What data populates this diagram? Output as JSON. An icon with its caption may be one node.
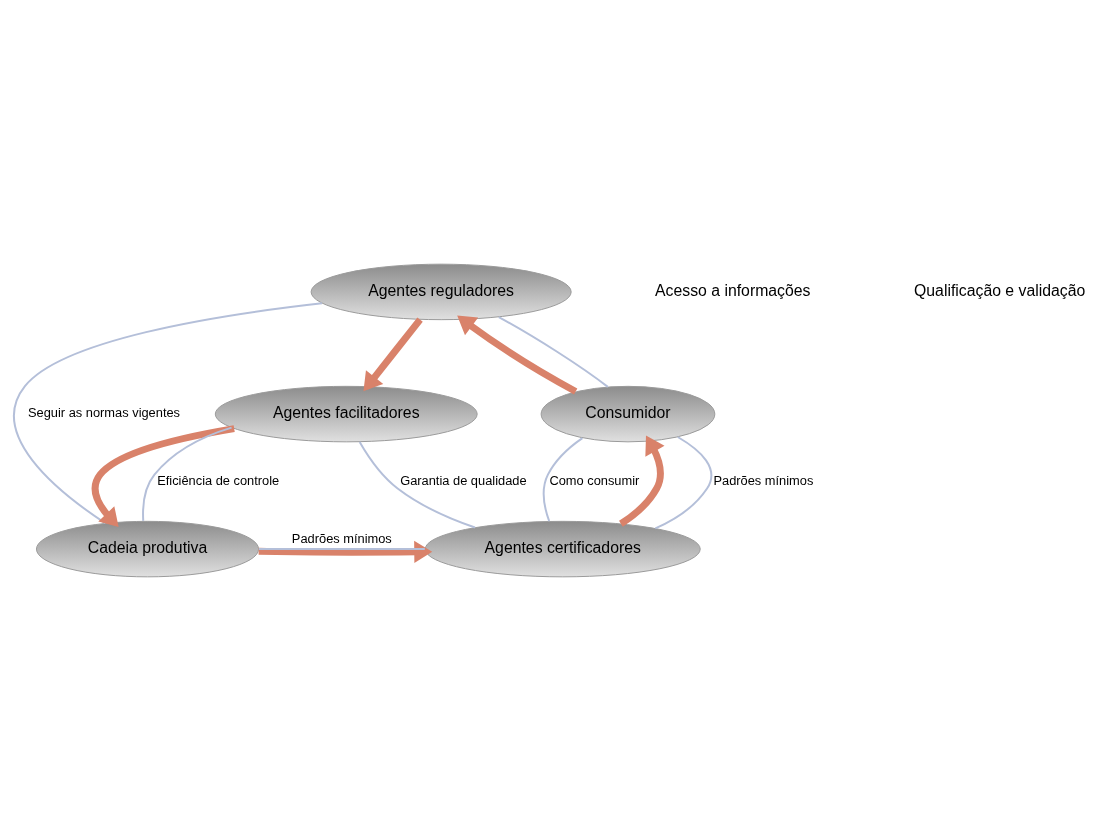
{
  "diagram": {
    "nodes": [
      {
        "text": [
          "Agentes reguladores"
        ]
      },
      {
        "text": [
          "Agentes facilitadores"
        ]
      },
      {
        "text": [
          "Cadeia produtiva"
        ]
      },
      {
        "text": [
          "Agentes certificadores"
        ]
      },
      {
        "text": [
          "Consumidor"
        ]
      }
    ],
    "edges": [
      {
        "from": 4,
        "to": 0,
        "arrow": "to",
        "style": "thick",
        "color": "#d9826a"
      },
      {
        "from": 0,
        "to": 1,
        "arrow": "to",
        "style": "thick",
        "color": "#d9826a"
      },
      {
        "from": 1,
        "to": 2,
        "arrow": "to",
        "style": "thick",
        "color": "#d9826a"
      },
      {
        "from": 2,
        "to": 3,
        "arrow": "to",
        "style": "thick",
        "color": "#d9826a"
      },
      {
        "from": 3,
        "to": 4,
        "arrow": "to",
        "style": "thick",
        "color": "#d9826a"
      },
      {
        "from": 4,
        "to": 0,
        "arrow": "none"
      },
      {
        "from": 0,
        "to": 2,
        "arrow": "none",
        "label": "Seguir as normas vigentes"
      },
      {
        "from": 1,
        "to": 2,
        "arrow": "none",
        "label": "Eficiência de controle"
      },
      {
        "from": 1,
        "to": 3,
        "arrow": "none",
        "label": "Garantia de qualidade"
      },
      {
        "from": 4,
        "to": 3,
        "arrow": "none",
        "label": "Padrões mínimos"
      },
      {
        "from": 4,
        "to": 3,
        "arrow": "none",
        "label": "Como consumir"
      },
      {
        "from": 3,
        "to": 2,
        "arrow": "none",
        "label": "Padrões mínimos"
      }
    ],
    "labels": [
      "Acesso a informações",
      "Qualificação e validação"
    ]
  }
}
